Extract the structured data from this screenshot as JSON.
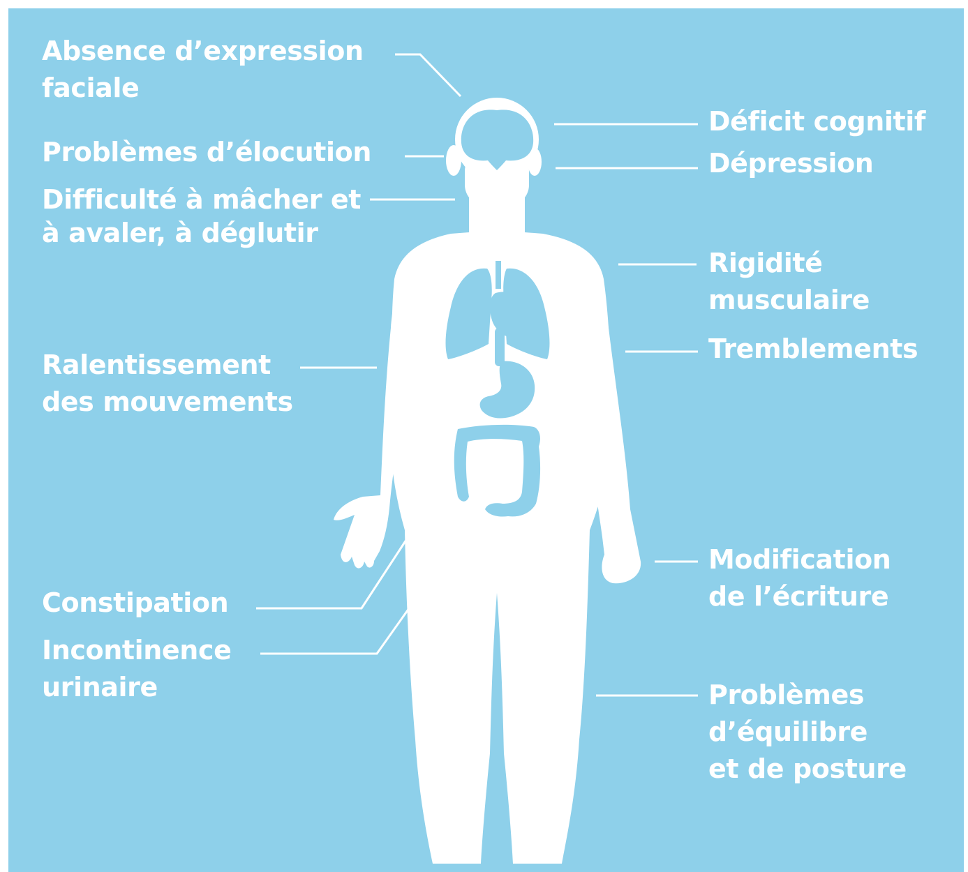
{
  "colors": {
    "background": "#8ed0ea",
    "figure": "#ffffff",
    "organs": "#8ed0ea",
    "text": "#ffffff"
  },
  "labels": {
    "facial": {
      "line1": "Absence d’expression",
      "line2": "faciale"
    },
    "speech": {
      "line1": "Problèmes d’élocution"
    },
    "swallow": {
      "line1": "Difficulté à mâcher et",
      "line2": "à avaler, à déglutir"
    },
    "slowness": {
      "line1": "Ralentissement",
      "line2": "des mouvements"
    },
    "constipation": {
      "line1": "Constipation"
    },
    "incontinence": {
      "line1": "Incontinence",
      "line2": "urinaire"
    },
    "cognitive": {
      "line1": "Déficit cognitif"
    },
    "depression": {
      "line1": "Dépression"
    },
    "rigidity": {
      "line1": "Rigidité",
      "line2": "musculaire"
    },
    "tremor": {
      "line1": "Tremblements"
    },
    "handwriting": {
      "line1": "Modification",
      "line2": "de l’écriture"
    },
    "balance": {
      "line1": "Problèmes",
      "line2": "d’équilibre",
      "line3": "et de posture"
    }
  }
}
